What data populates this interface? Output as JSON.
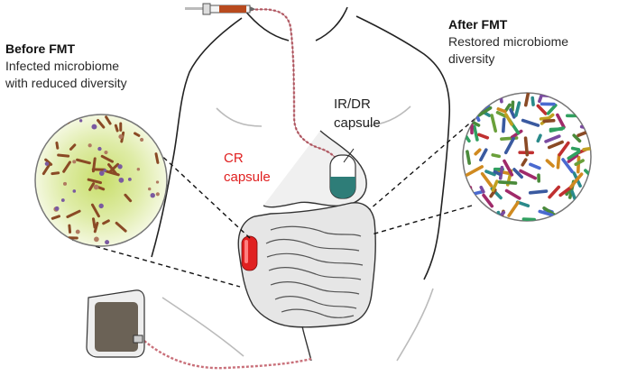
{
  "before": {
    "title": "Before FMT",
    "line1": "Infected microbiome",
    "line2": "with reduced diversity"
  },
  "after": {
    "title": "After FMT",
    "line1": "Restored microbiome",
    "line2": "diversity"
  },
  "ir_capsule": {
    "line1": "IR/DR",
    "line2": "capsule"
  },
  "cr_capsule": {
    "line1": "CR",
    "line2": "capsule"
  },
  "colors": {
    "cr_capsule": "#e02020",
    "ir_capsule_top": "#ffffff",
    "ir_capsule_bottom": "#2e7d78",
    "tube": "#c9707a",
    "syringe_body": "#b84a1e",
    "bag": "#6b6256",
    "before_fill": "#e7f1c4",
    "after_fill": "#ffffff"
  }
}
